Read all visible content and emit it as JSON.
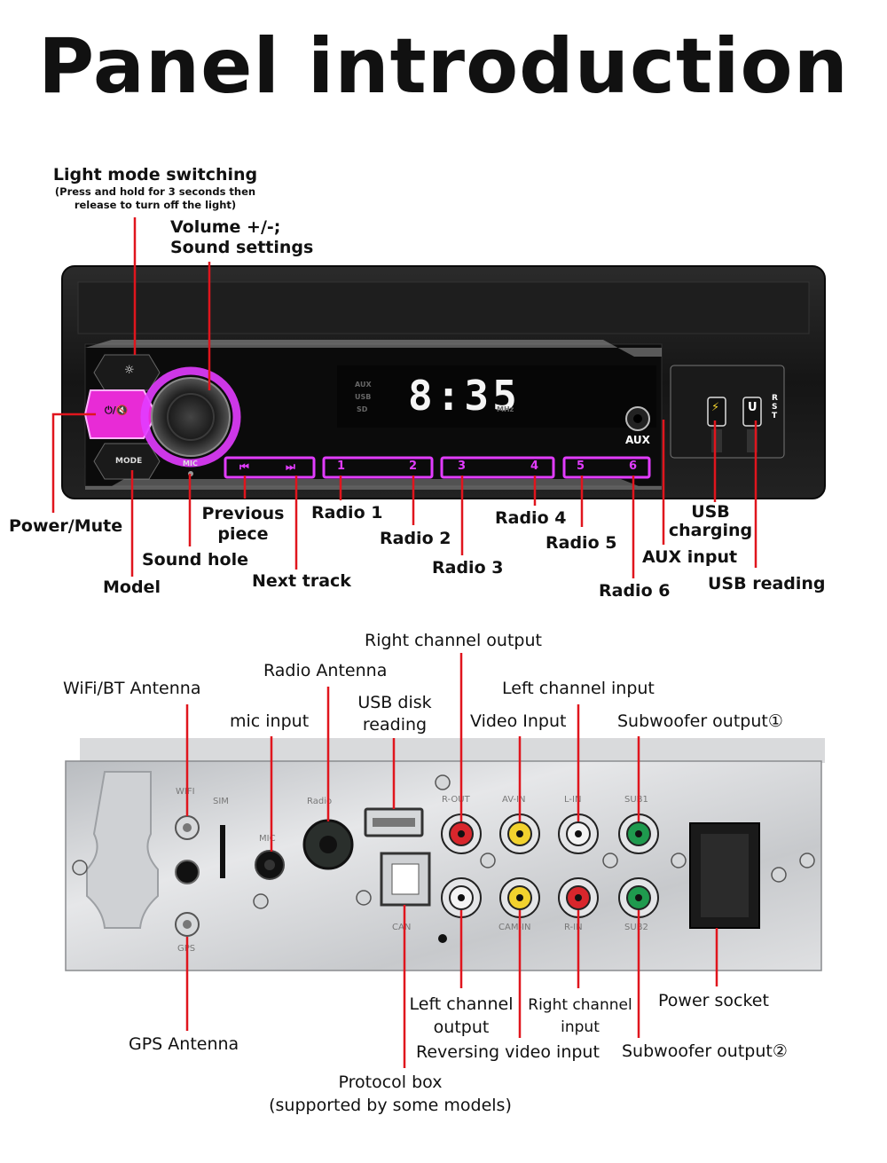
{
  "title": "Panel introduction",
  "front_panel": {
    "labels": {
      "light_mode": "Light mode switching",
      "light_mode_note": "(Press and hold for 3 seconds then release to turn off the light)",
      "volume": "Volume +/-;\nSound settings",
      "power_mute": "Power/Mute",
      "sound_hole": "Sound hole",
      "model": "Model",
      "previous_piece": "Previous\npiece",
      "next_track": "Next track",
      "radio1": "Radio 1",
      "radio2": "Radio 2",
      "radio3": "Radio 3",
      "radio4": "Radio 4",
      "radio5": "Radio 5",
      "radio6": "Radio 6",
      "usb_charging": "USB\ncharging",
      "aux_input": "AUX input",
      "usb_reading": "USB reading"
    },
    "device": {
      "clock": "8:35",
      "source_tags": [
        "AUX",
        "USB",
        "SD"
      ],
      "band_tag": "MHz",
      "aux_jack": "AUX",
      "mic": "MIC",
      "mode_btn": "MODE",
      "power_icon": "⏻/🔇",
      "light_icon": "☼",
      "prev_icon": "⏮",
      "next_icon": "⏭",
      "presets": [
        "1",
        "2",
        "3",
        "4",
        "5",
        "6"
      ],
      "usb_port": "U",
      "rst": "RST",
      "battery_icon": "⚡"
    }
  },
  "rear_panel": {
    "labels": {
      "wifi_bt": "WiFi/BT Antenna",
      "radio_antenna": "Radio Antenna",
      "mic_input": "mic input",
      "usb_disk": "USB disk\nreading",
      "right_out": "Right channel output",
      "left_in": "Left channel input",
      "video_in": "Video Input",
      "sub1": "Subwoofer output①",
      "gps": "GPS Antenna",
      "left_out": "Left channel\noutput",
      "right_in": "Right channel\ninput",
      "power_socket": "Power socket",
      "reversing": "Reversing video input",
      "sub2": "Subwoofer output②",
      "protocol": "Protocol box\n(supported by some models)"
    },
    "silkscreen": {
      "wifi": "WIFI",
      "sim": "SIM",
      "radio": "Radio",
      "mic": "MIC",
      "r_out": "R-OUT",
      "av_in": "AV-IN",
      "l_in": "L-IN",
      "sub1": "SUB1",
      "can": "CAN",
      "cam": "CAM-IN",
      "r_in": "R-IN",
      "sub2": "SUB2",
      "gps": "GPS"
    },
    "colors": {
      "red": "#d8262c",
      "yellow": "#f2d22e",
      "white": "#f4f4f4",
      "green": "#1f9a4e"
    }
  },
  "colors": {
    "accent_line": "#e0151d",
    "glow": "#e23cff"
  }
}
